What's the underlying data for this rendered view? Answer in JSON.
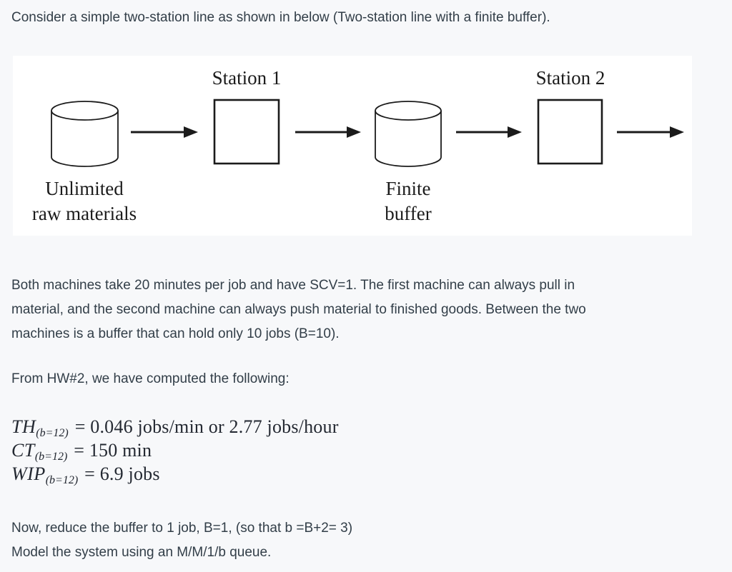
{
  "colors": {
    "background": "#f7f8fa",
    "panel": "#ffffff",
    "body_text": "#323e48",
    "math_text": "#232831",
    "diagram_ink": "#1b1b1b"
  },
  "intro": {
    "text": "Consider a simple two-station line as shown in below (Two-station line with a finite buffer)."
  },
  "diagram": {
    "station1_label": "Station 1",
    "station2_label": "Station 2",
    "source_label_line1": "Unlimited",
    "source_label_line2": "raw materials",
    "buffer_label_line1": "Finite",
    "buffer_label_line2": "buffer"
  },
  "body": {
    "para_lines": [
      "Both machines take 20 minutes per job and have SCV=1. The first machine can always pull in",
      "material, and the second machine can always push material to finished goods. Between the two",
      "machines is a buffer that can hold only 10 jobs (B=10)."
    ],
    "from_line": "From HW#2, we have computed the following:",
    "now_line": "Now, reduce the buffer to 1 job, B=1, (so that b =B+2= 3)",
    "model_line": "Model the system using an M/M/1/b queue."
  },
  "math": {
    "lines": [
      {
        "var": "TH",
        "sub": "(b=12)",
        "rest": "= 0.046 jobs/min or 2.77 jobs/hour"
      },
      {
        "var": "CT",
        "sub": "(b=12)",
        "rest": "= 150 min"
      },
      {
        "var": "WIP",
        "sub": "(b=12)",
        "rest": "= 6.9 jobs"
      }
    ]
  }
}
